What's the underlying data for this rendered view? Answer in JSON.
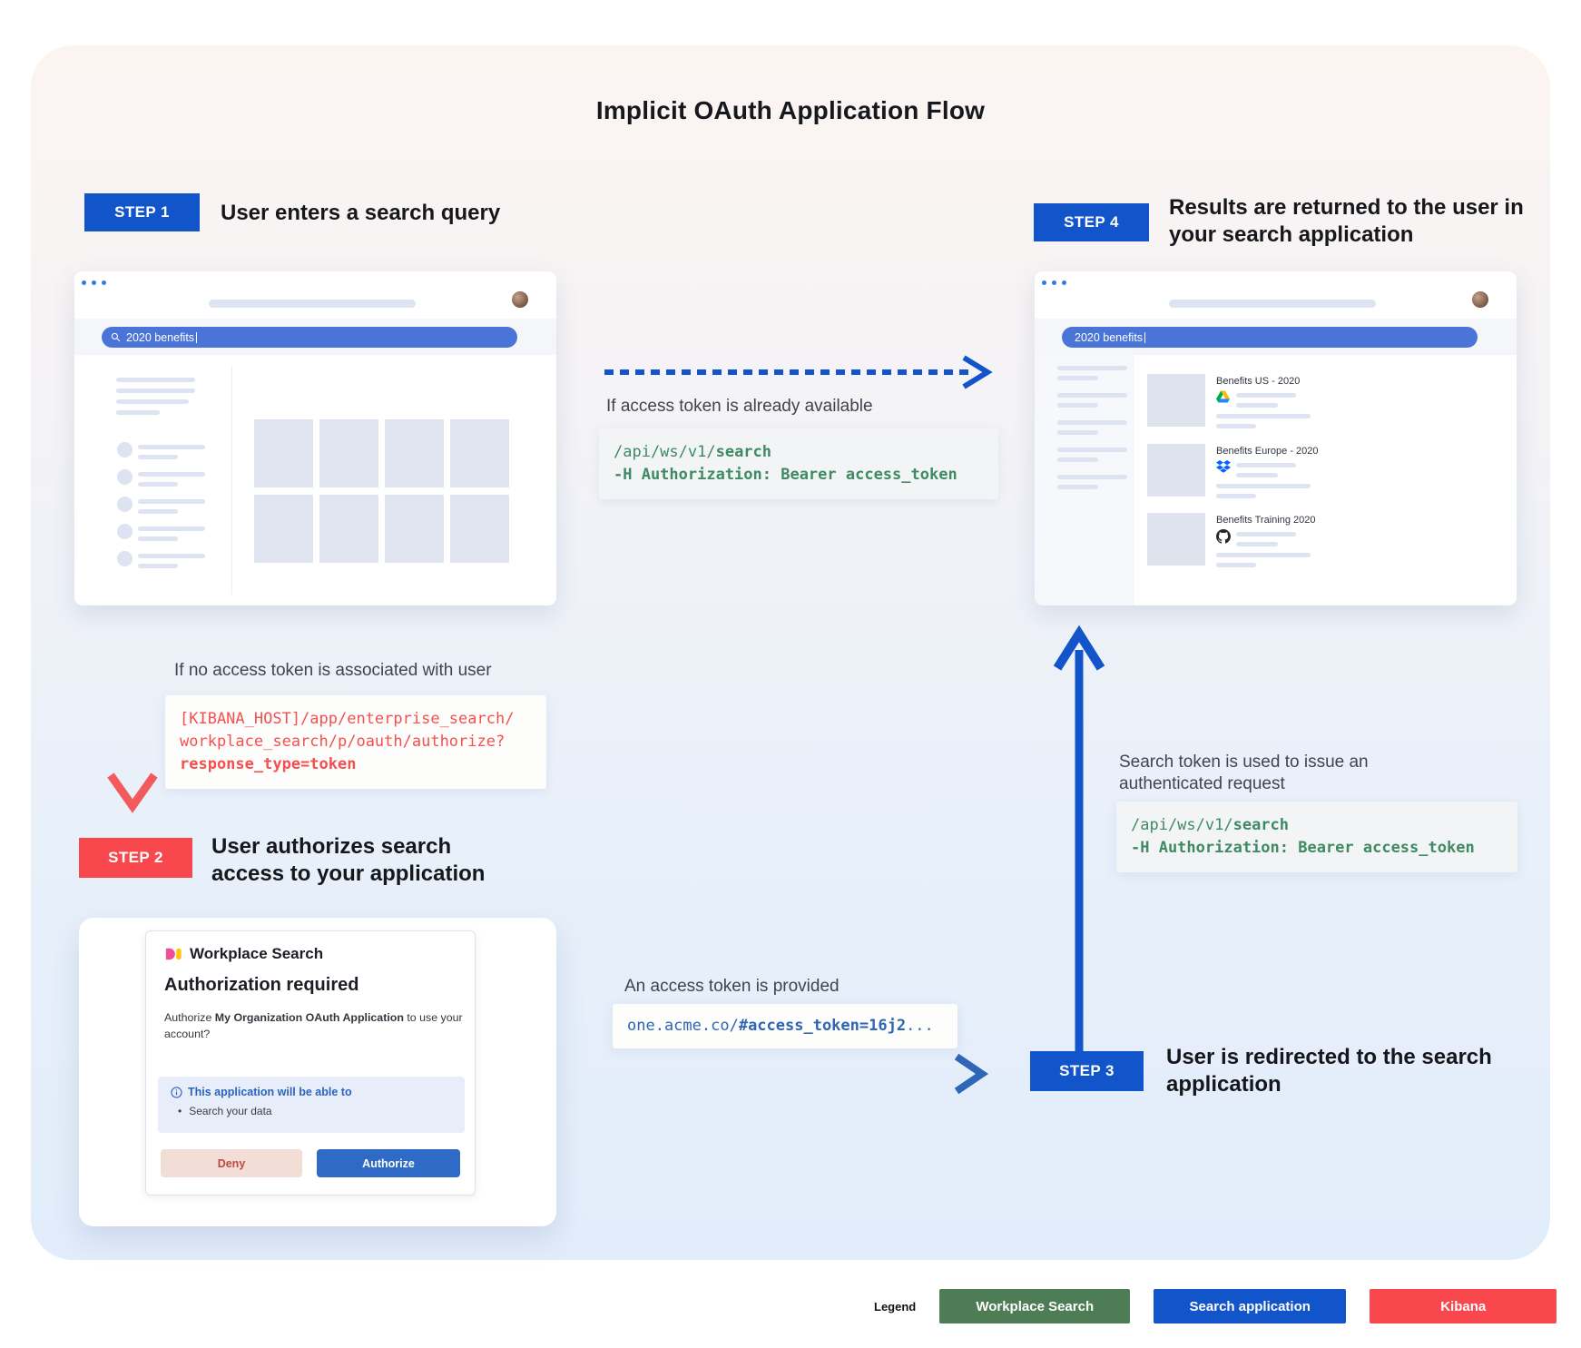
{
  "title": "Implicit OAuth Application Flow",
  "step1": {
    "badge": "STEP 1",
    "label": "User enters a search query"
  },
  "step2": {
    "badge": "STEP 2",
    "label": "User authorizes search access to your application"
  },
  "step3": {
    "badge": "STEP 3",
    "label": "User is redirected to the search application"
  },
  "step4": {
    "badge": "STEP 4",
    "label": "Results are returned to the user in your search application"
  },
  "browser1": {
    "search_query": "2020 benefits"
  },
  "browser2": {
    "search_query": "2020 benefits",
    "results": [
      {
        "title": "Benefits US - 2020",
        "source": "google-drive"
      },
      {
        "title": "Benefits Europe - 2020",
        "source": "dropbox"
      },
      {
        "title": "Benefits Training 2020",
        "source": "github"
      }
    ]
  },
  "notes": {
    "token_available": "If access token is already available",
    "no_token": "If no access token is associated with user",
    "token_provided": "An access token is provided",
    "auth_request": "Search token is used to issue an authenticated request"
  },
  "code": {
    "api_pre": "/api/ws/v1/",
    "api_bold": "search",
    "api_header": "-H Authorization: Bearer access_token",
    "kibana_line1": "[KIBANA_HOST]/app/enterprise_search/",
    "kibana_line2": "workplace_search/p/oauth/authorize?",
    "kibana_line3": "response_type=token",
    "redirect_pre": "one.acme.co/",
    "redirect_bold": "#access_token=16j2",
    "redirect_suffix": "..."
  },
  "auth_dialog": {
    "product": "Workplace Search",
    "heading": "Authorization required",
    "body_pre": "Authorize ",
    "body_app": "My Organization OAuth Application",
    "body_post": " to use your account?",
    "scope_title": "This application will be able to",
    "scope_item": "Search your data",
    "deny": "Deny",
    "authorize": "Authorize"
  },
  "legend": {
    "label": "Legend",
    "items": [
      {
        "label": "Workplace Search",
        "color": "#4e7d55"
      },
      {
        "label": "Search application",
        "color": "#1254c9"
      },
      {
        "label": "Kibana",
        "color": "#f8474d"
      }
    ]
  },
  "colors": {
    "step_blue": "#1254c9",
    "step_red": "#f8474d",
    "search_bar": "#4a74d8",
    "code_green": "#3e8a63",
    "code_red": "#f4504f",
    "code_blue": "#3065b4"
  }
}
